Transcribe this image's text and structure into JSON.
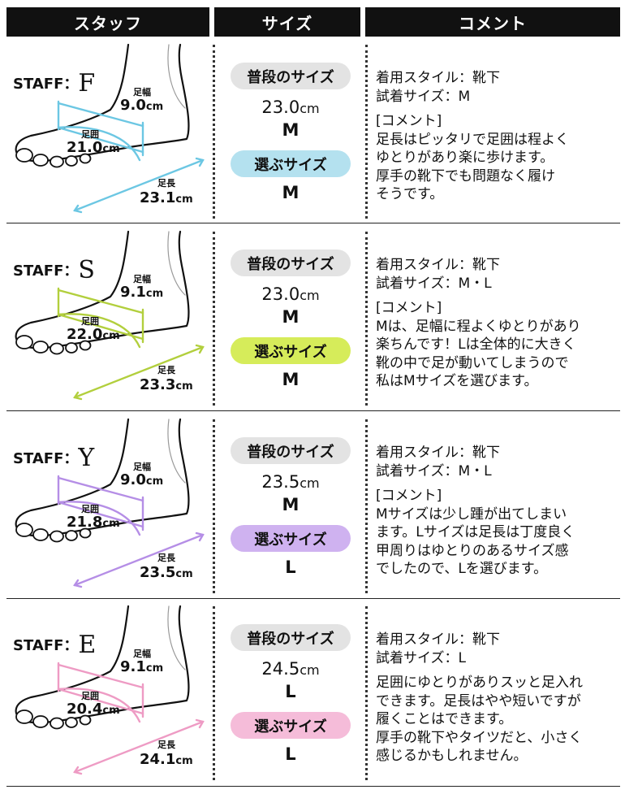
{
  "header": {
    "staff": "スタッフ",
    "size": "サイズ",
    "comment": "コメント"
  },
  "labels": {
    "staff_prefix": "STAFF：",
    "width": "足幅",
    "girth": "足囲",
    "length": "足長",
    "unit": "cm",
    "usual_size": "普段のサイズ",
    "chosen_size": "選ぶサイズ"
  },
  "rows": [
    {
      "staff": "F",
      "color": "#6cc7e3",
      "chosen_bg": "#b4e1ef",
      "width": "9.0",
      "girth": "21.0",
      "length": "23.1",
      "usual_cm": "23.0",
      "usual_size": "M",
      "chosen": "M",
      "style_line": "着用スタイル：靴下",
      "trial_line": "試着サイズ：M",
      "comment_head": "[コメント]",
      "comment_lines": [
        "足長はピッタリで足囲は程よく",
        "ゆとりがあり楽に歩けます。",
        "厚手の靴下でも問題なく履け",
        "そうです。"
      ]
    },
    {
      "staff": "S",
      "color": "#b2cf3d",
      "chosen_bg": "#d6ec5a",
      "width": "9.1",
      "girth": "22.0",
      "length": "23.3",
      "usual_cm": "23.0",
      "usual_size": "M",
      "chosen": "M",
      "style_line": "着用スタイル：靴下",
      "trial_line": "試着サイズ：M・L",
      "comment_head": "[コメント]",
      "comment_lines": [
        "Mは、足幅に程よくゆとりがあり",
        "楽ちんです！Lは全体的に大きく",
        "靴の中で足が動いてしまうので",
        "私はMサイズを選びます。"
      ]
    },
    {
      "staff": "Y",
      "color": "#b58ee6",
      "chosen_bg": "#cfb2f0",
      "width": "9.0",
      "girth": "21.8",
      "length": "23.5",
      "usual_cm": "23.5",
      "usual_size": "M",
      "chosen": "L",
      "style_line": "着用スタイル：靴下",
      "trial_line": "試着サイズ：M・L",
      "comment_head": "[コメント]",
      "comment_lines": [
        "Mサイズは少し踵が出てしまい",
        "ます。Lサイズは足長は丁度良く",
        "甲周りはゆとりのあるサイズ感",
        "でしたので、Lを選びます。"
      ]
    },
    {
      "staff": "E",
      "color": "#ee9bc4",
      "chosen_bg": "#f5bcd9",
      "width": "9.1",
      "girth": "20.4",
      "length": "24.1",
      "usual_cm": "24.5",
      "usual_size": "L",
      "chosen": "L",
      "style_line": "着用スタイル：靴下",
      "trial_line": "試着サイズ：L",
      "comment_head": "",
      "comment_lines": [
        "足囲にゆとりがありスッと足入れ",
        "できます。足長はやや短いですが",
        "履くことはできます。",
        "厚手の靴下やタイツだと、小さく",
        "感じるかもしれません。"
      ]
    }
  ]
}
